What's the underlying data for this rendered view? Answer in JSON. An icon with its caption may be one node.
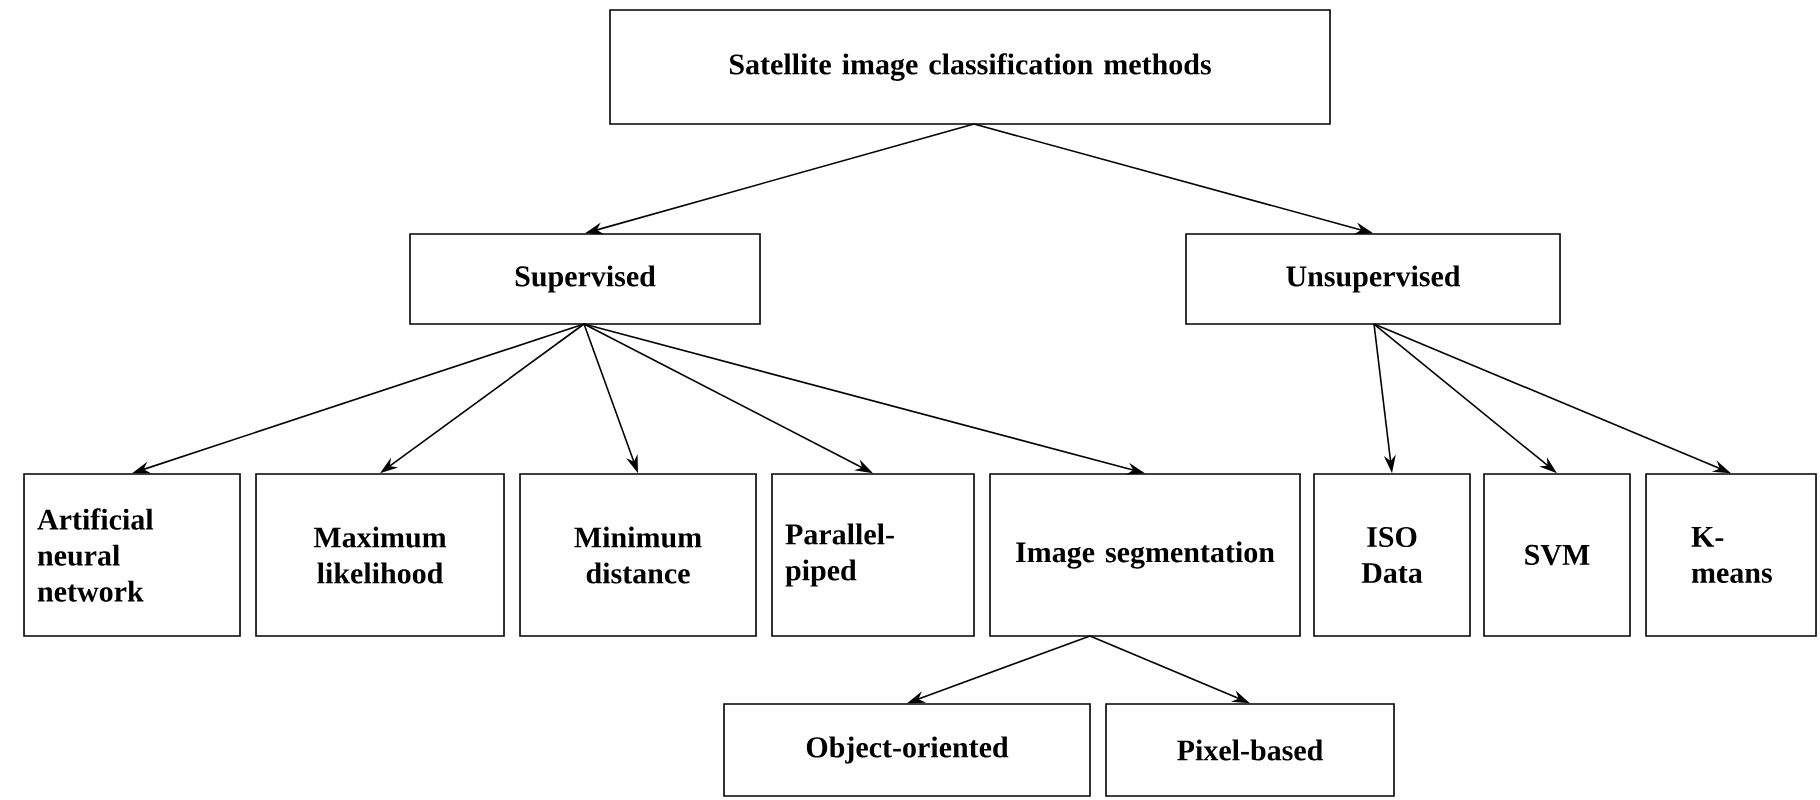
{
  "diagram": {
    "nodes": [
      {
        "text": [
          "Satellite image classification methods"
        ]
      },
      {
        "text": [
          "Supervised"
        ]
      },
      {
        "text": [
          "Unsupervised"
        ]
      },
      {
        "text": [
          "Artificial neural network"
        ]
      },
      {
        "text": [
          "Maximum likelihood"
        ]
      },
      {
        "text": [
          "Minimum distance"
        ]
      },
      {
        "text": [
          "Parallel-piped"
        ]
      },
      {
        "text": [
          "Image segmentation"
        ]
      },
      {
        "text": [
          "ISO Data"
        ]
      },
      {
        "text": [
          "SVM"
        ]
      },
      {
        "text": [
          "K-means"
        ]
      },
      {
        "text": [
          "Object-oriented"
        ]
      },
      {
        "text": [
          "Pixel-based"
        ]
      }
    ],
    "edges": [
      {
        "from": 0,
        "to": 1,
        "arrow": "to"
      },
      {
        "from": 0,
        "to": 2,
        "arrow": "to"
      },
      {
        "from": 1,
        "to": 3,
        "arrow": "to"
      },
      {
        "from": 1,
        "to": 4,
        "arrow": "to"
      },
      {
        "from": 1,
        "to": 5,
        "arrow": "to"
      },
      {
        "from": 1,
        "to": 6,
        "arrow": "to"
      },
      {
        "from": 1,
        "to": 7,
        "arrow": "to"
      },
      {
        "from": 2,
        "to": 8,
        "arrow": "to"
      },
      {
        "from": 2,
        "to": 9,
        "arrow": "to"
      },
      {
        "from": 2,
        "to": 10,
        "arrow": "to"
      },
      {
        "from": 7,
        "to": 11,
        "arrow": "to"
      },
      {
        "from": 7,
        "to": 12,
        "arrow": "to"
      }
    ]
  }
}
